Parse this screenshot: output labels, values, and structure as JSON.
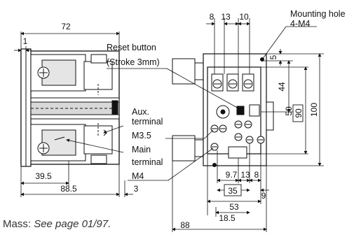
{
  "labels": {
    "mounting_hole_line1": "Mounting hole",
    "mounting_hole_line2": "4-M4",
    "reset_button_line1": "Reset button",
    "reset_button_line2": "(Stroke 3mm)",
    "aux_terminal_line1": "Aux.",
    "aux_terminal_line2": "terminal",
    "aux_terminal_line3": "M3.5",
    "main_terminal_line1": "Main",
    "main_terminal_line2": "terminal",
    "main_terminal_line3": "M4"
  },
  "dimensions": {
    "overall_width_side": "72",
    "offset_1": "1",
    "bottom_39_5": "39.5",
    "bottom_88_5": "88.5",
    "bottom_3": "3",
    "top_8": "8",
    "top_13": "13",
    "top_10": "10",
    "right_5": "5",
    "right_44": "44",
    "right_50": "50",
    "right_90": "90",
    "right_100": "100",
    "bottom_9_7": "9.7",
    "bottom_13": "13",
    "bottom_8": "8",
    "bottom_35": "35",
    "bottom_9": "9",
    "bottom_53": "53",
    "bottom_18_5": "18.5",
    "bottom_88": "88"
  },
  "mass": {
    "label": "Mass:",
    "value": "See page 01/97."
  }
}
